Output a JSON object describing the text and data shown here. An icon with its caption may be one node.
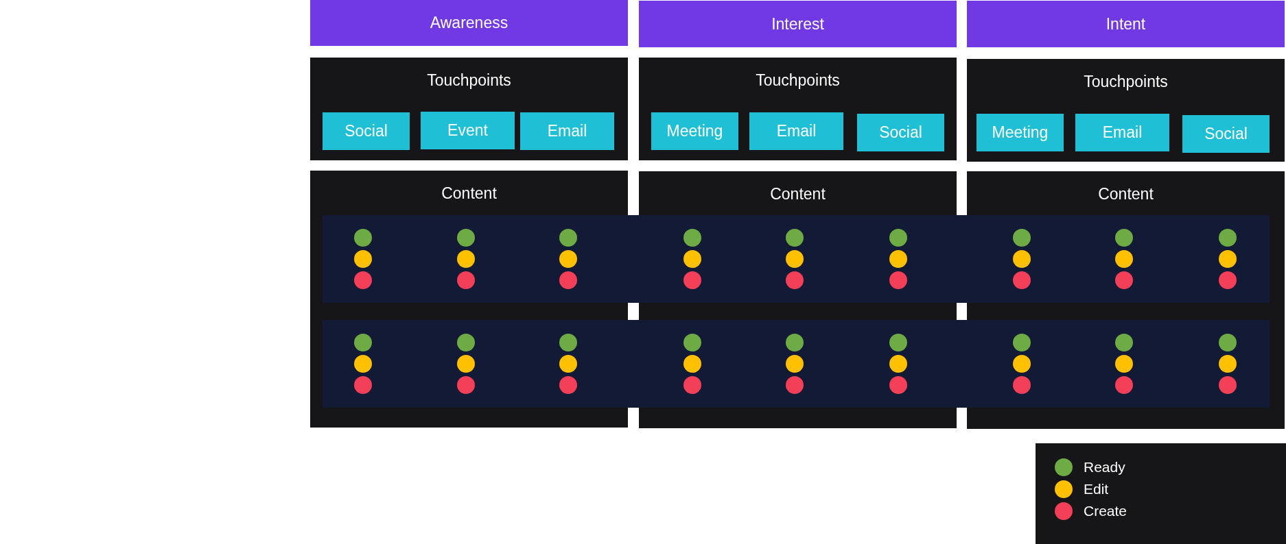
{
  "diagram": {
    "nodes": [
      {
        "text": [
          "Awareness"
        ]
      },
      {
        "text": [
          "Interest"
        ]
      },
      {
        "text": [
          "Intent"
        ]
      },
      {
        "text": [
          "Touchpoints"
        ]
      },
      {
        "text": [
          "Social"
        ],
        "in": 3
      },
      {
        "text": [
          "Event"
        ],
        "in": 3
      },
      {
        "text": [
          "Email"
        ],
        "in": 3
      },
      {
        "text": [
          "Touchpoints"
        ]
      },
      {
        "text": [
          "Meeting"
        ],
        "in": 7
      },
      {
        "text": [
          "Email"
        ],
        "in": 7
      },
      {
        "text": [
          "Social"
        ],
        "in": 7
      },
      {
        "text": [
          "Touchpoints"
        ]
      },
      {
        "text": [
          "Meeting"
        ],
        "in": 11
      },
      {
        "text": [
          "Email"
        ],
        "in": 11
      },
      {
        "text": [
          "Social"
        ],
        "in": 11
      },
      {
        "text": [
          "Content"
        ]
      },
      {
        "text": [
          "Content"
        ]
      },
      {
        "text": [
          "Content"
        ]
      }
    ],
    "legend": [
      {
        "text": "Ready",
        "color": "#6fab45"
      },
      {
        "text": "Edit",
        "color": "#ffc000"
      },
      {
        "text": "Create",
        "color": "#f43f58"
      }
    ]
  }
}
